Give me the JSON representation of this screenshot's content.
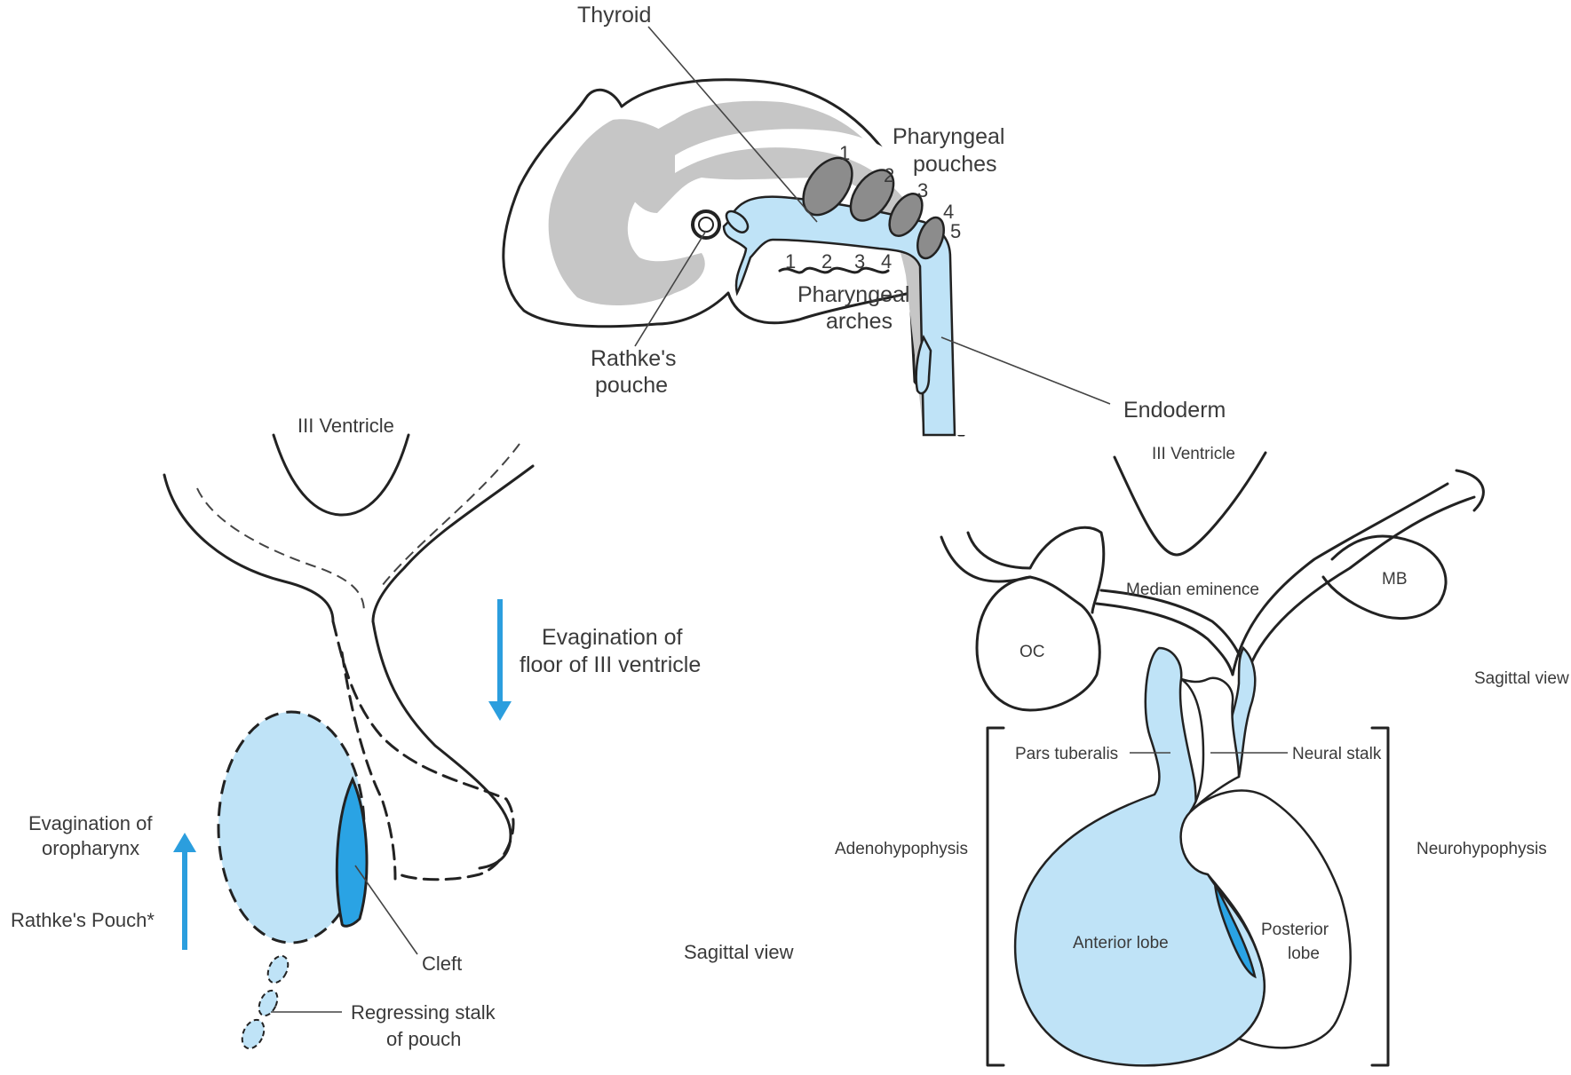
{
  "top_panel": {
    "thyroid": "Thyroid",
    "pharyngeal_pouches": [
      "Pharyngeal",
      "pouches"
    ],
    "pouch_numbers": [
      "1",
      "2",
      "3",
      "4",
      "5"
    ],
    "arch_numbers": [
      "1",
      "2",
      "3",
      "4"
    ],
    "pharyngeal_arches": [
      "Pharyngeal",
      "arches"
    ],
    "rathkes_pouche": [
      "Rathke's",
      "pouche"
    ],
    "endoderm": "Endoderm"
  },
  "left_panel": {
    "third_ventricle": "III Ventricle",
    "evagination_floor": [
      "Evagination of",
      "floor of III ventricle"
    ],
    "evagination_oropharynx": [
      "Evagination of",
      "oropharynx"
    ],
    "rathkes_pouch": "Rathke's Pouch*",
    "cleft": "Cleft",
    "regressing_stalk": [
      "Regressing stalk",
      "of pouch"
    ],
    "sagittal_view": "Sagittal view"
  },
  "right_panel": {
    "third_ventricle": "III Ventricle",
    "median_eminence": "Median eminence",
    "mb": "MB",
    "oc": "OC",
    "sagittal_view": "Sagittal view",
    "pars_tuberalis": "Pars tuberalis",
    "neural_stalk": "Neural stalk",
    "adenohypophysis": "Adenohypophysis",
    "neurohypophysis": "Neurohypophysis",
    "anterior_lobe": "Anterior lobe",
    "posterior_lobe": [
      "Posterior",
      "lobe"
    ]
  },
  "colors": {
    "blue_fill": "#bfe3f7",
    "blue_dark": "#2aa3e4",
    "arrow_blue": "#2b9ede",
    "grey_fill": "#c6c6c6",
    "organ_grey": "#8c8c8c"
  }
}
